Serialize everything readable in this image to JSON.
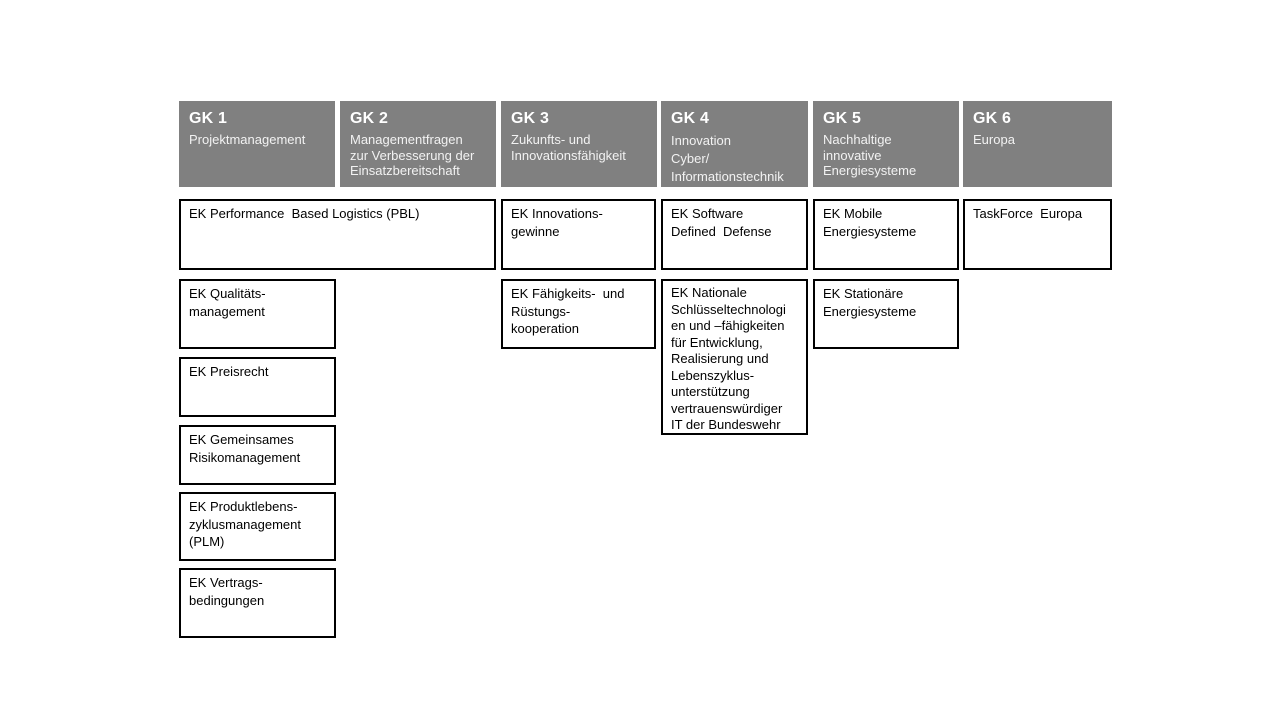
{
  "diagram": {
    "type": "org-overview-board",
    "colors": {
      "header_bg": "#808080",
      "header_title_text": "#ffffff",
      "header_subtitle_text": "#f2f2f2",
      "box_bg": "#ffffff",
      "box_border": "#000000",
      "box_text": "#000000",
      "page_bg": "#ffffff"
    },
    "columns": [
      {
        "title": "GK 1",
        "subtitle": "Projektmanagement"
      },
      {
        "title": "GK 2",
        "subtitle": "Managementfragen\nzur Verbesserung der\nEinsatzbereitschaft"
      },
      {
        "title": "GK 3",
        "subtitle": "Zukunfts- und\nInnovationsfähigkeit"
      },
      {
        "title": "GK 4",
        "subtitle": "Innovation\nCyber/\nInformationstechnik"
      },
      {
        "title": "GK 5",
        "subtitle": "Nachhaltige\ninnovative\nEnergiesysteme"
      },
      {
        "title": "GK 6",
        "subtitle": "Europa"
      }
    ],
    "boxes": [
      {
        "label": "EK Performance  Based Logistics (PBL)"
      },
      {
        "label": "EK Innovations-\ngewinne"
      },
      {
        "label": "EK Software\nDefined  Defense"
      },
      {
        "label": "EK Mobile\nEnergiesysteme"
      },
      {
        "label": "TaskForce  Europa"
      },
      {
        "label": "EK Qualitäts-\nmanagement"
      },
      {
        "label": "EK Fähigkeits-  und\nRüstungs-\nkooperation"
      },
      {
        "label": "EK Nationale\nSchlüsseltechnologi\nen und –fähigkeiten\nfür Entwicklung,\nRealisierung und\nLebenszyklus-\nunterstützung\nvertrauenswürdiger\nIT der Bundeswehr"
      },
      {
        "label": "EK Stationäre\nEnergiesysteme"
      },
      {
        "label": "EK Preisrecht"
      },
      {
        "label": "EK Gemeinsames\nRisikomanagement"
      },
      {
        "label": "EK Produktlebens-\nzyklusmanagement\n(PLM)"
      },
      {
        "label": "EK Vertrags-\nbedingungen"
      }
    ]
  }
}
